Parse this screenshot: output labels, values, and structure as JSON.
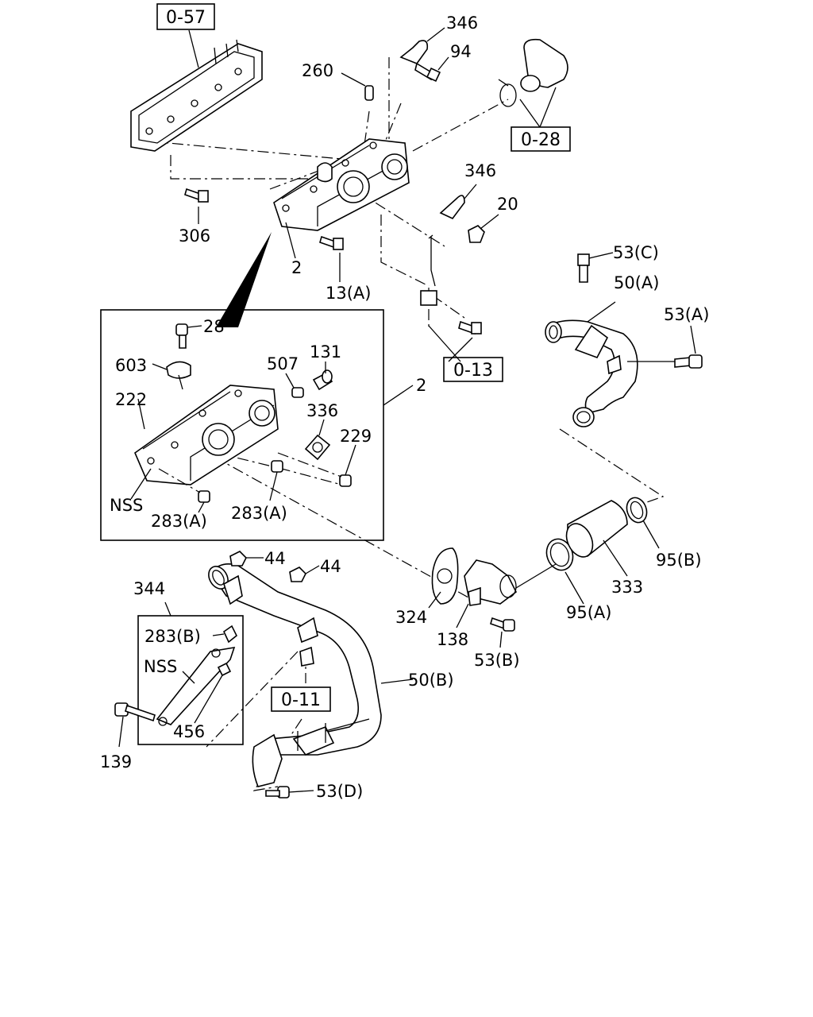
{
  "references": {
    "r057": "0-57",
    "r028": "0-28",
    "r013": "0-13",
    "r011": "0-11"
  },
  "labels": {
    "l346a": "346",
    "l94": "94",
    "l260": "260",
    "l346b": "346",
    "l20": "20",
    "l306": "306",
    "l2a": "2",
    "l13a": "13(A)",
    "l53c": "53(C)",
    "l50a": "50(A)",
    "l53a": "53(A)",
    "l28": "28",
    "l603": "603",
    "l507": "507",
    "l131": "131",
    "l222": "222",
    "l2b": "2",
    "l336": "336",
    "l229": "229",
    "lnss1": "NSS",
    "l283a1": "283(A)",
    "l283a2": "283(A)",
    "l95b": "95(B)",
    "l333": "333",
    "l95a": "95(A)",
    "l44a": "44",
    "l44b": "44",
    "l344": "344",
    "l283b": "283(B)",
    "lnss2": "NSS",
    "l324": "324",
    "l138": "138",
    "l53b": "53(B)",
    "l50b": "50(B)",
    "l139": "139",
    "l456": "456",
    "l53d": "53(D)"
  }
}
